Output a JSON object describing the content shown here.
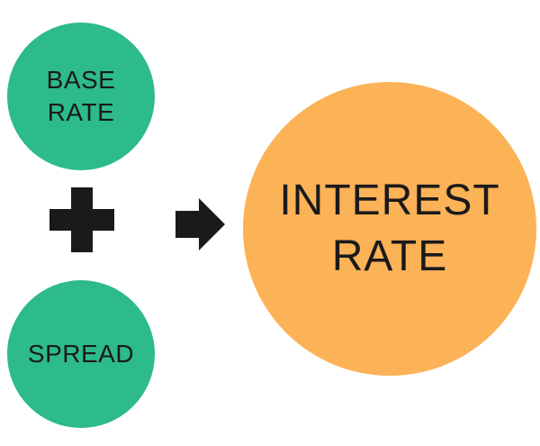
{
  "nodes": {
    "base_rate": {
      "line1": "BASE",
      "line2": "RATE",
      "color": "#2dba8c"
    },
    "spread": {
      "line1": "SPREAD",
      "color": "#2dba8c"
    },
    "interest_rate": {
      "line1": "INTEREST",
      "line2": "RATE",
      "color": "#fcb257"
    }
  },
  "operators": {
    "plus": "plus-icon",
    "arrow": "arrow-right-icon",
    "color": "#1a1a1a"
  }
}
